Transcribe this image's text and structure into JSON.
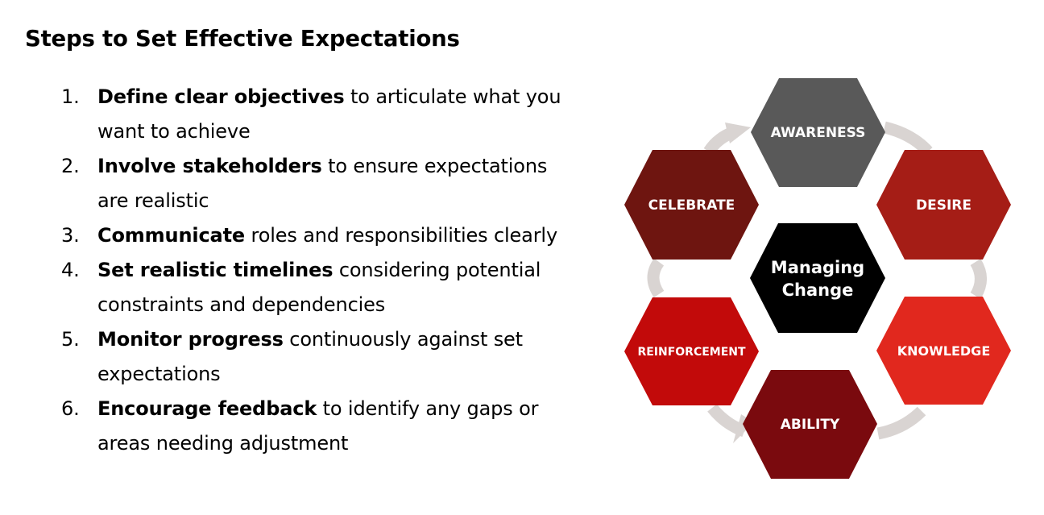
{
  "title": "Steps to Set Effective Expectations",
  "steps": [
    {
      "number": "1.",
      "bold": "Define clear objectives",
      "rest": " to articulate what you want to achieve"
    },
    {
      "number": "2.",
      "bold": "Involve stakeholders",
      "rest": " to ensure expectations are realistic"
    },
    {
      "number": "3.",
      "bold": "Communicate",
      "rest": " roles and responsibilities clearly"
    },
    {
      "number": "4.",
      "bold": "Set realistic timelines",
      "rest": " considering potential constraints and dependencies"
    },
    {
      "number": "5.",
      "bold": "Monitor progress",
      "rest": " continuously against set expectations"
    },
    {
      "number": "6.",
      "bold": "Encourage feedback",
      "rest": " to identify any gaps or areas needing adjustment"
    }
  ],
  "diagram": {
    "center": {
      "label_line1": "Managing",
      "label_line2": "Change",
      "color": "#000000"
    },
    "nodes": [
      {
        "label": "AWARENESS",
        "color": "#595959"
      },
      {
        "label": "DESIRE",
        "color": "#A51D16"
      },
      {
        "label": "KNOWLEDGE",
        "color": "#E1281E"
      },
      {
        "label": "ABILITY",
        "color": "#7A0A0E"
      },
      {
        "label": "REINFORCEMENT",
        "color": "#C20A0A"
      },
      {
        "label": "CELEBRATE",
        "color": "#6E1510"
      }
    ],
    "arrow_color": "#D9D4D2"
  }
}
